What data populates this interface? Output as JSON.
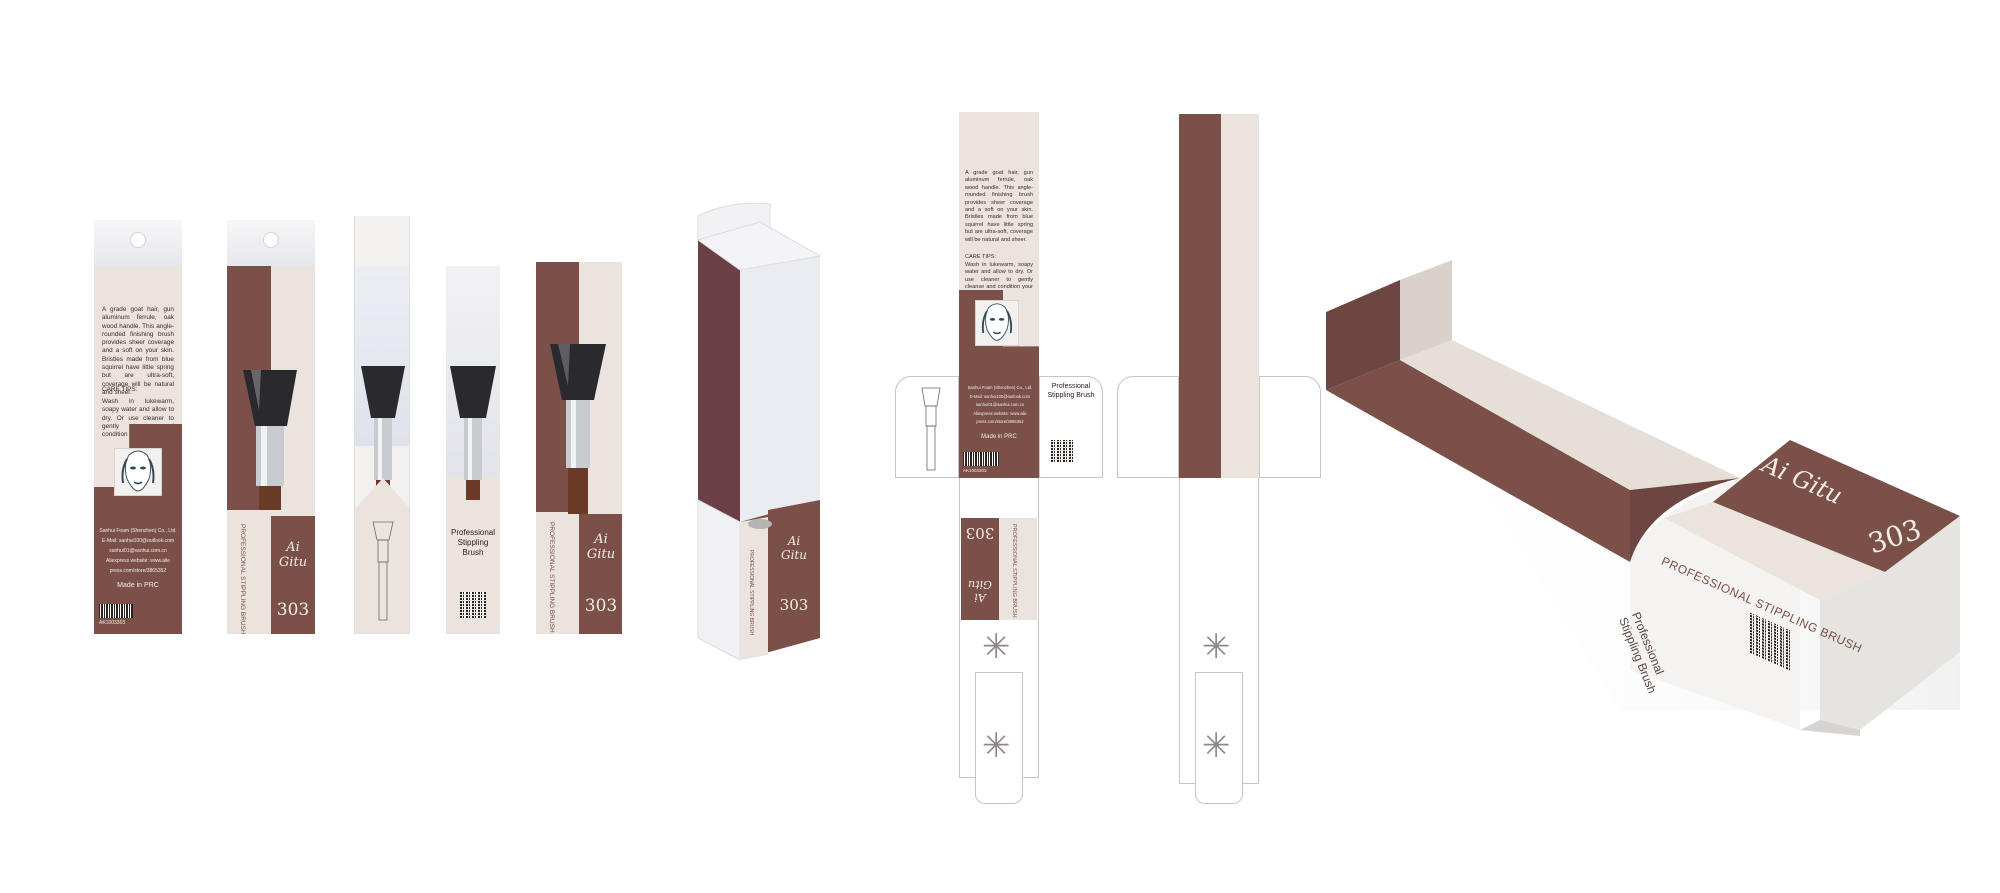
{
  "colors": {
    "brown": "#7b5048",
    "cream": "#ebe4de",
    "light": "#f3f1f0"
  },
  "product": {
    "description": "A grade goat hair, gun aluminum ferrule, oak wood handle. This angle-rounded finishing brush provides sheer coverage and a soft on your skin. Bristles made from blue squirrel have little spring but are ultra-soft, coverage will be natural and sheer.",
    "care_title": "CARE TIPS:",
    "care_text": "Wash in lukewarm, soapy water and allow to dry. Or use cleaner to gently cleanse and condition your brush.",
    "contact": [
      "Sanhui Foam (Shenzhen) Co., Ltd.",
      "E-Mail: sanhui100@outlook.com",
      "sanhui01@sanhui.com.cn",
      "Aliexpress website: www.alie",
      "press.com/store/3865352"
    ],
    "made_in": "Made in PRC",
    "brand": "Ai Gitu",
    "number": "303",
    "vertical_title": "PROFESSIONAL STIPPLING BRUSH",
    "side_title": "Professional Stippling Brush",
    "barcode_digits": "AK1003303",
    "box_title": "PROFESSIONAL STIPPLING BRUSH",
    "box_side_title": "Professional Stippling Brush"
  },
  "icons": [
    "face-illustration-icon",
    "brush-diagram-icon",
    "barcode-icon",
    "qr-code-icon",
    "star-mark-icon",
    "hang-hole-icon"
  ]
}
